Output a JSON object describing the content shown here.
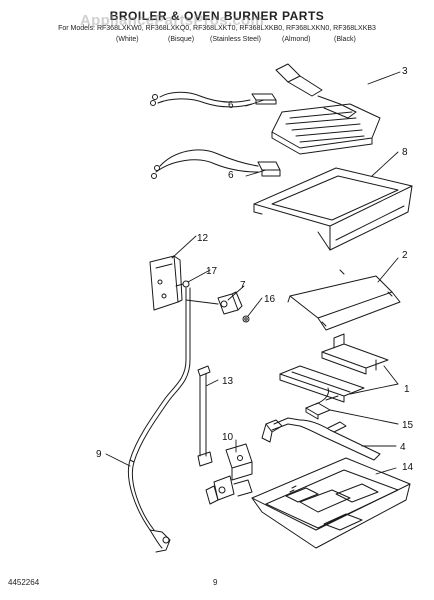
{
  "header": {
    "title": "BROILER & OVEN BURNER PARTS",
    "models_line": "For Models: RF368LXKW0, RF368LXKQ0, RF368LXKT0, RF368LXKB0, RF368LXKN0, RF368LXKB3",
    "colors": [
      "(White)",
      "(Bisque)",
      "(Stainless Steel)",
      "(Almond)",
      "(Black)"
    ],
    "watermark": "AppliancePartsPros.com"
  },
  "callouts": [
    "1",
    "2",
    "3",
    "4",
    "6",
    "6",
    "7",
    "8",
    "9",
    "10",
    "12",
    "13",
    "14",
    "15",
    "16",
    "17"
  ],
  "footer": {
    "doc_number": "4452264",
    "page": "9"
  },
  "colors": {
    "line": "#1a1a1a",
    "background": "#ffffff"
  }
}
